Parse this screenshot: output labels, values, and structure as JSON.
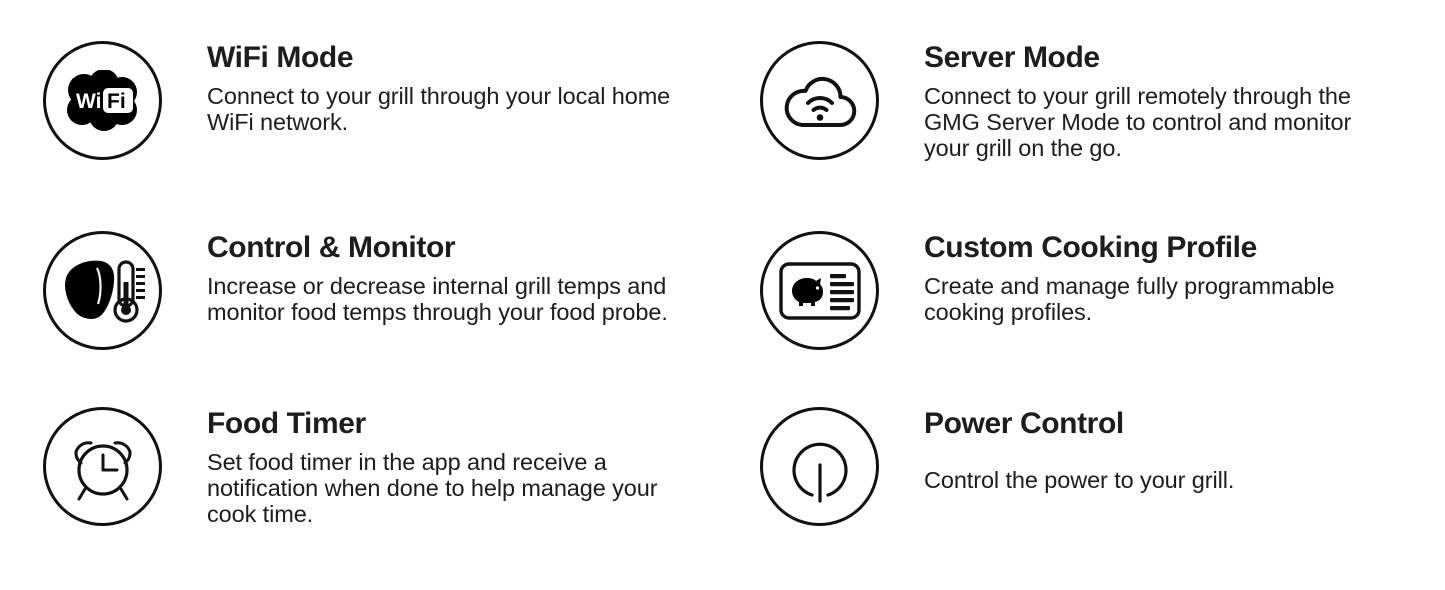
{
  "page": {
    "background": "#ffffff",
    "text_color": "#1d1d1d",
    "columns": 2,
    "rows": 3
  },
  "features": [
    {
      "id": "wifi-mode",
      "icon": "wifi-logo-icon",
      "title": "WiFi Mode",
      "description": "Connect to your grill through your local home WiFi network.",
      "lines": [
        "Connect to your grill through your local home",
        "WiFi network."
      ],
      "column": "left",
      "row": 1
    },
    {
      "id": "server-mode",
      "icon": "cloud-wifi-icon",
      "title": "Server Mode",
      "description": "Connect to your grill remotely through the GMG Server Mode to control and monitor your grill on the go.",
      "lines": [
        "Connect to your grill remotely through the",
        "GMG Server Mode to control and monitor",
        "your grill on the go."
      ],
      "column": "right",
      "row": 1
    },
    {
      "id": "control-monitor",
      "icon": "meat-thermometer-icon",
      "title": "Control & Monitor",
      "description": "Increase or decrease internal grill temps and monitor food temps through your food probe.",
      "lines": [
        "Increase or decrease internal grill temps and",
        "monitor food temps through your food probe."
      ],
      "column": "left",
      "row": 2
    },
    {
      "id": "custom-cooking-profile",
      "icon": "pig-profile-card-icon",
      "title": "Custom Cooking Profile",
      "description": "Create and manage fully programmable cooking profiles.",
      "lines": [
        "Create and manage fully programmable",
        "cooking profiles."
      ],
      "column": "right",
      "row": 2
    },
    {
      "id": "food-timer",
      "icon": "alarm-clock-icon",
      "title": "Food Timer",
      "description": "Set food timer in the app and receive a notification when done to help manage your cook time.",
      "lines": [
        "Set food timer in the app and receive a",
        "notification when done to help manage your",
        "cook time."
      ],
      "column": "left",
      "row": 3
    },
    {
      "id": "power-control",
      "icon": "power-button-icon",
      "title": "Power Control",
      "description": "Control the power to your grill.",
      "lines": [
        "Control the power to your grill."
      ],
      "column": "right",
      "row": 3
    }
  ],
  "icon_labels": {
    "wifi_text_wi": "Wi",
    "wifi_text_fi": "Fi"
  }
}
